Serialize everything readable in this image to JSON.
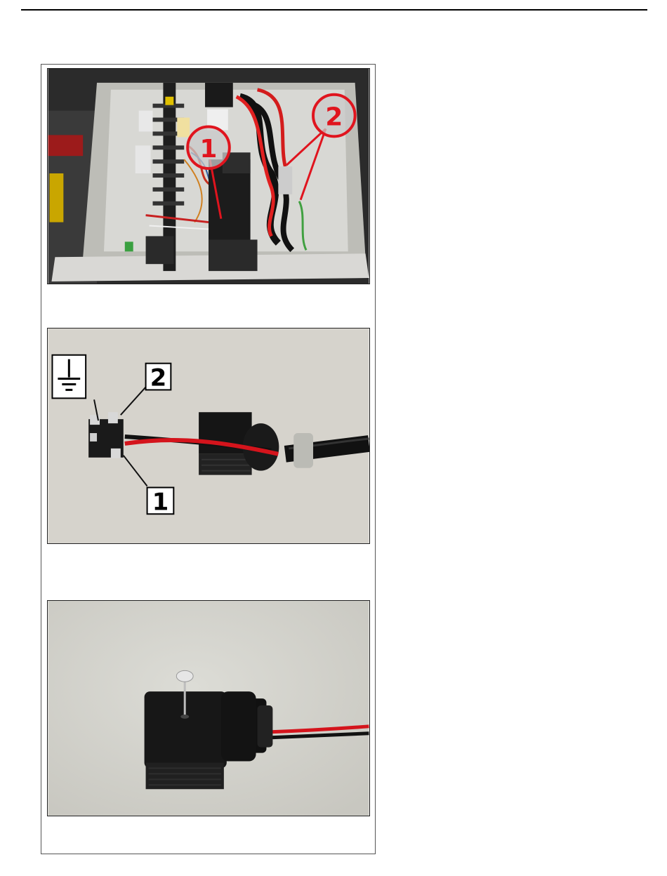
{
  "figure_1": {
    "callouts": [
      "1",
      "2"
    ],
    "colors": {
      "callout_red": "#e0141e",
      "callout_fill": "#c9c9c9",
      "panel": "#d8d8d4"
    }
  },
  "figure_2": {
    "callouts": [
      "2",
      "1"
    ],
    "ground_symbol": "ground-icon",
    "colors": {
      "wire_red": "#d4141c",
      "wire_black": "#111111",
      "background": "#d6d3cc"
    }
  },
  "figure_3": {
    "colors": {
      "connector": "#161616",
      "background": "#d2d2cc"
    }
  }
}
